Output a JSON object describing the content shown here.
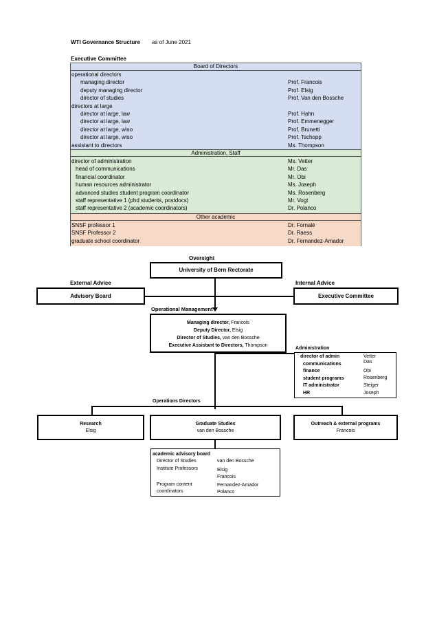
{
  "header": {
    "title": "WTI Governance Structure",
    "date": "as of June 2021"
  },
  "exec_label": "Executive Committee",
  "board": {
    "heading": "Board of Directors",
    "rows": [
      {
        "role": "operational directors",
        "name": ""
      },
      {
        "role": "managing director",
        "name": "Prof. Francois"
      },
      {
        "role": "deputy managing director",
        "name": "Prof. Elsig"
      },
      {
        "role": "director of studies",
        "name": "Prof. Van den Bossche"
      },
      {
        "role": "directors at large",
        "name": ""
      },
      {
        "role": "director at large, law",
        "name": "Prof. Hahn"
      },
      {
        "role": "director at large, law",
        "name": "Prof. Emmenegger"
      },
      {
        "role": "director at large, wiso",
        "name": "Prof. Brunetti"
      },
      {
        "role": "director at large, wiso",
        "name": "Prof. Tschopp"
      },
      {
        "role": "assistant to directors",
        "name": "Ms. Thompson"
      }
    ]
  },
  "admin": {
    "heading": "Administration, Staff",
    "rows": [
      {
        "role": "director of administration",
        "name": "Ms. Vetter"
      },
      {
        "role": "head of communications",
        "name": "Mr. Das"
      },
      {
        "role": "financial coordinator",
        "name": "Mr. Obi"
      },
      {
        "role": "human resources administrator",
        "name": "Ms. Joseph"
      },
      {
        "role": "advanced studies student program coordinator",
        "name": "Ms. Rosenberg"
      },
      {
        "role": "staff representative 1 (phd students, postdocs)",
        "name": "Mr. Vogt"
      },
      {
        "role": "staff representative 2 (academic coordinators)",
        "name": "Dr. Polanco"
      }
    ]
  },
  "other": {
    "heading": "Other academic",
    "rows": [
      {
        "role": "SNSF professor 1",
        "name": "Dr. Fornalé"
      },
      {
        "role": "SNSF Professor 2",
        "name": "Dr. Raess"
      },
      {
        "role": "graduate school coordinator",
        "name": "Dr. Fernandez-Amador"
      }
    ]
  },
  "org": {
    "oversight_label": "Oversight",
    "rectorate": "University of Bern Rectorate",
    "external_label": "External Advice",
    "internal_label": "Internal Advice",
    "advisory_board": "Advisory Board",
    "exec_committee": "Executive Committee",
    "opmgmt_label": "Operational Management",
    "opmgmt": [
      {
        "title": "Managing director,",
        "name": " Francois"
      },
      {
        "title": "Deputy Director,",
        "name": " Elsig"
      },
      {
        "title": "Director of Studies,",
        "name": " van den Bossche"
      },
      {
        "title": "Executive Assistant to Directors,",
        "name": " Thompson"
      }
    ],
    "admin_label": "Administration",
    "admin_rows": [
      {
        "role": "director of admin",
        "name": "Vetter"
      },
      {
        "role": "communications",
        "name": "Das"
      },
      {
        "role": "finance",
        "name": "Obi"
      },
      {
        "role": "student programs",
        "name": "Rosenberg"
      },
      {
        "role": "IT administrator",
        "name": "Steiger"
      },
      {
        "role": "HR",
        "name": "Joseph"
      }
    ],
    "opdir_label": "Operations Directors",
    "research": {
      "title": "Research",
      "name": "Elsig"
    },
    "graduate": {
      "title": "Graduate Studies",
      "name": "van den Bossche"
    },
    "outreach": {
      "title": "Outreach & external programs",
      "name": "Francois"
    },
    "aab": {
      "title": "academic advisory board",
      "dos_label": "Director of Studies",
      "dos_name": "van den Bossche",
      "ip_label": "Institute Professors",
      "ip_names": [
        "Elsig",
        "Francois"
      ],
      "pcc_label_1": "Program content",
      "pcc_label_2": "coordinators",
      "pcc_names": [
        "Fernandez-Amador",
        "Polanco"
      ]
    }
  }
}
